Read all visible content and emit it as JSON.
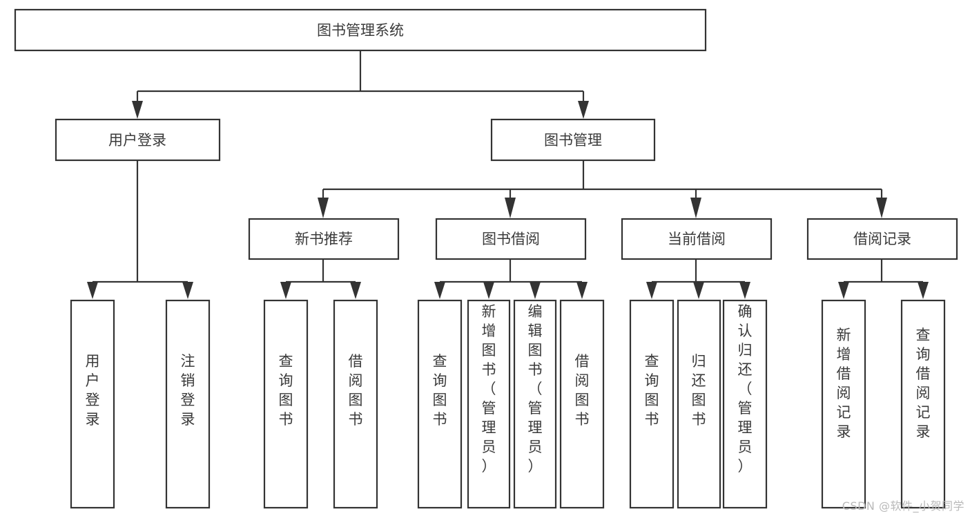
{
  "diagram": {
    "title": "图书管理系统",
    "type": "tree-hierarchy",
    "watermark": "CSDN @软件_小贺同学",
    "colors": {
      "box_stroke": "#333333",
      "box_fill": "#ffffff",
      "text": "#3a3a3a",
      "background": "#ffffff",
      "watermark": "#b9b9b9"
    },
    "root": {
      "label": "图书管理系统"
    },
    "level2": [
      {
        "label": "用户登录"
      },
      {
        "label": "图书管理"
      }
    ],
    "level3": [
      {
        "label": "新书推荐"
      },
      {
        "label": "图书借阅"
      },
      {
        "label": "当前借阅"
      },
      {
        "label": "借阅记录"
      }
    ],
    "leaves": {
      "user_login": [
        {
          "label": "用户登录"
        },
        {
          "label": "注销登录"
        }
      ],
      "new_book_recommend": [
        {
          "label": "查询图书"
        },
        {
          "label": "借阅图书"
        }
      ],
      "book_borrow": [
        {
          "label": "查询图书"
        },
        {
          "label": "新增图书（管理员）"
        },
        {
          "label": "编辑图书（管理员）"
        },
        {
          "label": "借阅图书"
        }
      ],
      "current_borrow": [
        {
          "label": "查询图书"
        },
        {
          "label": "归还图书"
        },
        {
          "label": "确认归还（管理员）"
        }
      ],
      "borrow_record": [
        {
          "label": "新增借阅记录"
        },
        {
          "label": "查询借阅记录"
        }
      ]
    }
  }
}
